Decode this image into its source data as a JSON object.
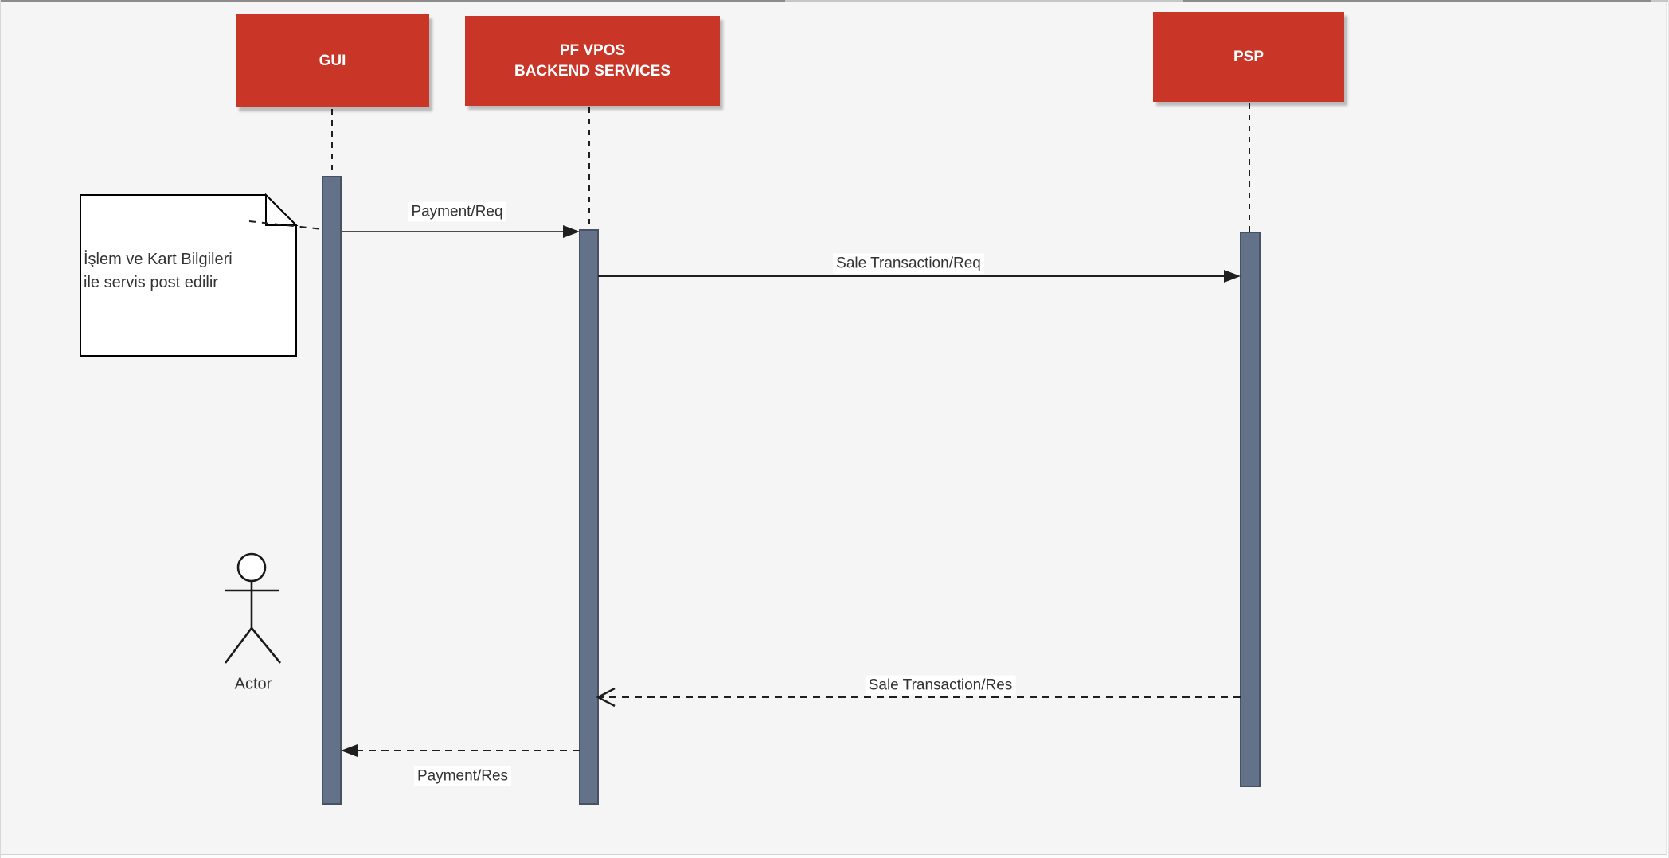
{
  "participants": [
    {
      "id": "gui",
      "label": "GUI"
    },
    {
      "id": "pf-vpos-backend-services",
      "label": "PF VPOS\nBACKEND SERVICES"
    },
    {
      "id": "psp",
      "label": "PSP"
    }
  ],
  "messages": [
    {
      "label": "Payment/Req",
      "from": "GUI",
      "to": "PF VPOS BACKEND SERVICES",
      "line": "solid",
      "arrowhead": "filled"
    },
    {
      "label": "Sale Transaction/Req",
      "from": "PF VPOS BACKEND SERVICES",
      "to": "PSP",
      "line": "solid",
      "arrowhead": "filled"
    },
    {
      "label": "Sale Transaction/Res",
      "from": "PSP",
      "to": "PF VPOS BACKEND SERVICES",
      "line": "dashed",
      "arrowhead": "open"
    },
    {
      "label": "Payment/Res",
      "from": "PF VPOS BACKEND SERVICES",
      "to": "GUI",
      "line": "dashed",
      "arrowhead": "filled"
    }
  ],
  "note": {
    "text": "İşlem ve Kart Bilgileri\nile servis post edilir"
  },
  "actor": {
    "label": "Actor"
  },
  "theme": {
    "background": "#f5f5f6",
    "participant_fill": "#c93526",
    "participant_text": "#ffffff",
    "activation_fill": "#637288",
    "activation_border": "#465264",
    "line_color": "#1f1f1f",
    "note_fill": "#ffffff",
    "note_border": "#000000",
    "label_background": "#ffffff",
    "text_color": "#333333"
  }
}
